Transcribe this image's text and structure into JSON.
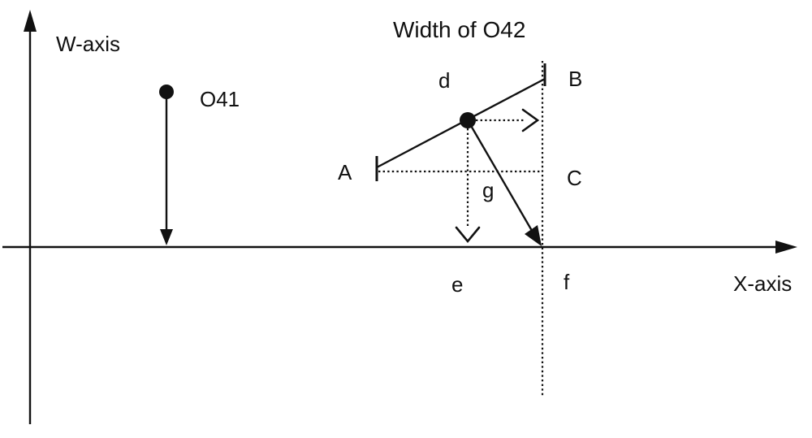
{
  "title": "Width of O42",
  "axes": {
    "w_axis_label": "W-axis",
    "x_axis_label": "X-axis"
  },
  "objects": {
    "o41_label": "O41"
  },
  "labels": {
    "A": "A",
    "B": "B",
    "C": "C",
    "d": "d",
    "e": "e",
    "f": "f",
    "g": "g"
  },
  "colors": {
    "ink": "#111111",
    "background": "#ffffff"
  }
}
